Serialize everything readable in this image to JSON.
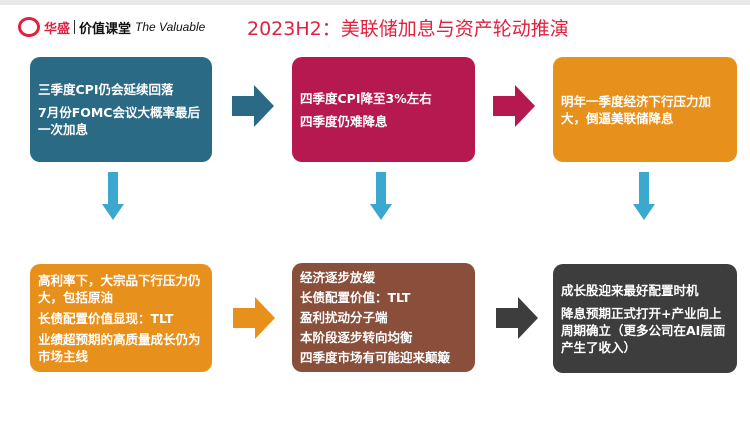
{
  "header": {
    "logo_brand": "华盛",
    "logo_course": "价值课堂",
    "logo_en": "The Valuable",
    "title": "2023H2：美联储加息与资产轮动推演"
  },
  "colors": {
    "teal": "#2a6a84",
    "crimson": "#b5194f",
    "orange": "#e8901c",
    "brown": "#8a4f3a",
    "dark": "#3d3d3d",
    "down_arrow": "#3aa8cf"
  },
  "boxes": [
    {
      "lines": [
        "三季度CPI仍会延续回落",
        "7月份FOMC会议大概率最后一次加息"
      ]
    },
    {
      "lines": [
        "四季度CPI降至3%左右",
        "四季度仍难降息"
      ]
    },
    {
      "lines": [
        "明年一季度经济下行压力加大，倒逼美联储降息"
      ]
    },
    {
      "lines": [
        "高利率下，大宗品下行压力仍大，包括原油",
        "长债配置价值显现：TLT",
        "业绩超预期的高质量成长仍为市场主线"
      ]
    },
    {
      "lines": [
        "经济逐步放缓",
        "长债配置价值：TLT",
        "盈利扰动分子端",
        "本阶段逐步转向均衡",
        "四季度市场有可能迎来颠簸"
      ]
    },
    {
      "lines": [
        "成长股迎来最好配置时机",
        "降息预期正式打开+产业向上周期确立（更多公司在AI层面产生了收入）"
      ]
    }
  ]
}
